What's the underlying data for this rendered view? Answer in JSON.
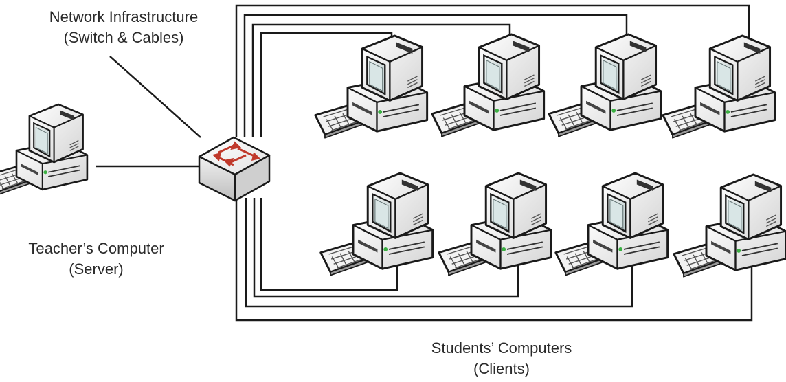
{
  "labels": {
    "network_line1": "Network Infrastructure",
    "network_line2": "(Switch & Cables)",
    "teacher_line1": "Teacher’s Computer",
    "teacher_line2": "(Server)",
    "students_line1": "Students’ Computers",
    "students_line2": "(Clients)"
  },
  "nodes": {
    "server": {
      "role": "server"
    },
    "switch": {
      "role": "switch"
    },
    "clients": [
      {
        "row": "top",
        "index": 1
      },
      {
        "row": "top",
        "index": 2
      },
      {
        "row": "top",
        "index": 3
      },
      {
        "row": "top",
        "index": 4
      },
      {
        "row": "bottom",
        "index": 1
      },
      {
        "row": "bottom",
        "index": 2
      },
      {
        "row": "bottom",
        "index": 3
      },
      {
        "row": "bottom",
        "index": 4
      }
    ]
  },
  "colors": {
    "line": "#1a1a1a",
    "switch_arrow": "#c0392b",
    "screen": "#dfe8e8"
  }
}
